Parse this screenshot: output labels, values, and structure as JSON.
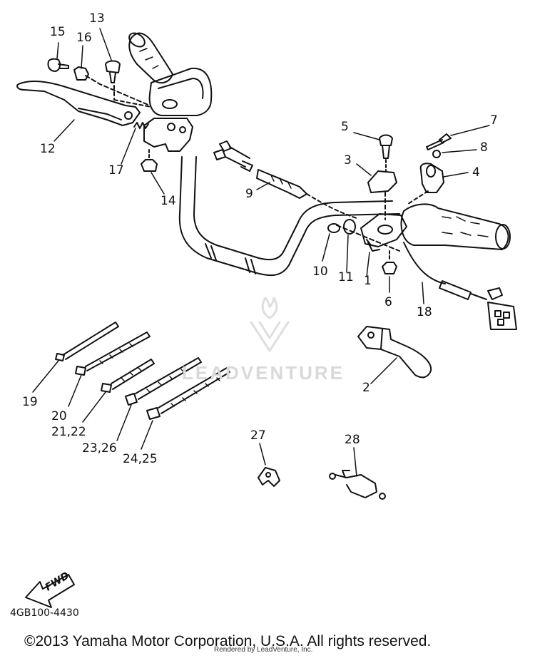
{
  "watermark": {
    "text": "LEADVENTURE"
  },
  "callouts": [
    {
      "id": "c1",
      "text": "13"
    },
    {
      "id": "c2",
      "text": "15"
    },
    {
      "id": "c3",
      "text": "16"
    },
    {
      "id": "c4",
      "text": "12"
    },
    {
      "id": "c5",
      "text": "17"
    },
    {
      "id": "c6",
      "text": "14"
    },
    {
      "id": "c7",
      "text": "5"
    },
    {
      "id": "c8",
      "text": "7"
    },
    {
      "id": "c9",
      "text": "8"
    },
    {
      "id": "c10",
      "text": "3"
    },
    {
      "id": "c11",
      "text": "4"
    },
    {
      "id": "c12",
      "text": "9"
    },
    {
      "id": "c13",
      "text": "10"
    },
    {
      "id": "c14",
      "text": "11"
    },
    {
      "id": "c15",
      "text": "1"
    },
    {
      "id": "c16",
      "text": "6"
    },
    {
      "id": "c17",
      "text": "18"
    },
    {
      "id": "c18",
      "text": "2"
    },
    {
      "id": "c19",
      "text": "19"
    },
    {
      "id": "c20",
      "text": "20"
    },
    {
      "id": "c21",
      "text": "21,22"
    },
    {
      "id": "c22",
      "text": "23,26"
    },
    {
      "id": "c23",
      "text": "24,25"
    },
    {
      "id": "c24",
      "text": "27"
    },
    {
      "id": "c25",
      "text": "28"
    }
  ],
  "fwd_label": "FWD",
  "diagram_code": "4GB100-4430",
  "copyright": "©2013 Yamaha Motor Corporation, U.S.A. All rights reserved.",
  "rendered_by": "Rendered by LeadVenture, Inc."
}
